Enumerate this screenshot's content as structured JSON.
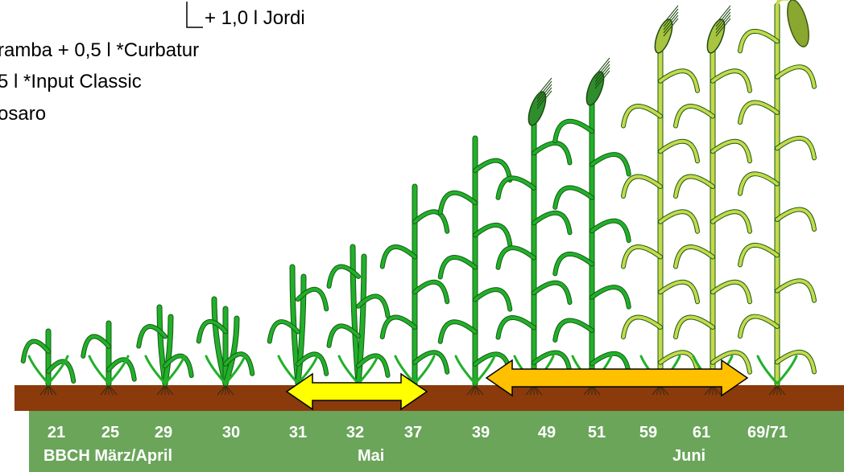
{
  "treatment": {
    "line1": "+ 1,0 l  Jordi",
    "line2": "ramba + 0,5 l *Curbatur",
    "line3": "5 l *Input Classic",
    "line4": "osaro"
  },
  "growth_stages": [
    "21",
    "25",
    "29",
    "30",
    "31",
    "32",
    "37",
    "39",
    "49",
    "51",
    "59",
    "61",
    "69/71"
  ],
  "months": {
    "label_bbch_march_april": "BBCH März/April",
    "label_may": "Mai",
    "label_june": "Juni"
  },
  "colors": {
    "soil": "#8b3a0c",
    "band": "#6aa55a",
    "plant_green": "#22b02a",
    "plant_yellow": "#c8d84a",
    "arrow_yellow": "#ffff00",
    "arrow_orange": "#ffc000"
  },
  "icons": [
    "wheat-plant-icon",
    "double-arrow-icon"
  ]
}
